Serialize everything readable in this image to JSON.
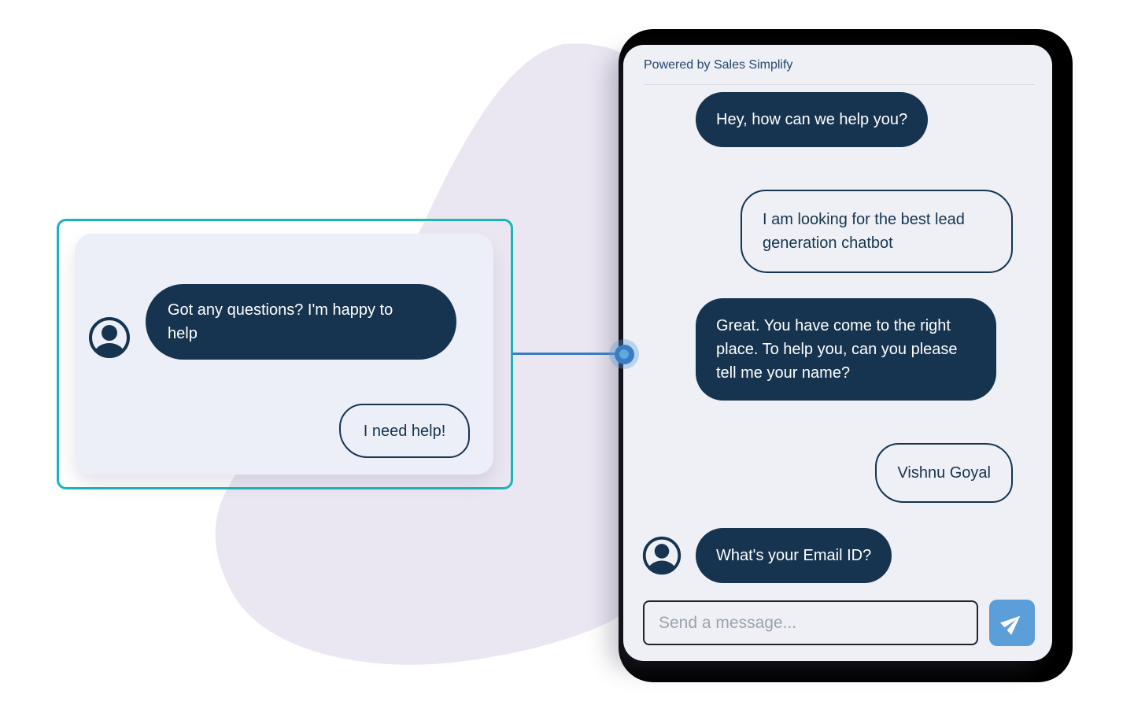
{
  "background": {
    "blob_shape": "organic-blob",
    "blob_color": "#ebe7f2"
  },
  "preview_card": {
    "border_color": "#1ab5b5",
    "avatar_icon": "account-circle-icon",
    "messages": [
      {
        "role": "bot",
        "text": "Got any questions? I'm happy to help"
      },
      {
        "role": "user",
        "text": "I need help!"
      }
    ]
  },
  "connector": {
    "line_color": "#3b7cc2",
    "node_icon": "connector-node"
  },
  "chat_window": {
    "header": {
      "powered_by": "Powered by Sales Simplify"
    },
    "messages": [
      {
        "role": "bot",
        "text": "Hey, how can we help you?"
      },
      {
        "role": "user",
        "text": "I am looking for the best lead generation chatbot"
      },
      {
        "role": "bot",
        "text": "Great. You have come to the right place. To help you, can you please tell me your name?"
      },
      {
        "role": "user",
        "text": "Vishnu Goyal"
      },
      {
        "role": "bot",
        "text": "What's your Email ID?",
        "avatar": "account-circle-icon"
      }
    ],
    "composer": {
      "placeholder": "Send a message...",
      "send_icon": "paper-plane-icon"
    }
  },
  "colors": {
    "navy": "#16344f",
    "teal_border": "#1ab5b5",
    "connector_blue": "#3b7cc2",
    "node_inner_blue": "#5fa8e0",
    "send_button_blue": "#5b9ed8",
    "chat_card_bg": "#eef0f6",
    "preview_card_bg": "#edeff8",
    "frame_black": "#000000",
    "blob_lavender": "#ebe7f2",
    "placeholder_gray": "#9aa3ad"
  }
}
